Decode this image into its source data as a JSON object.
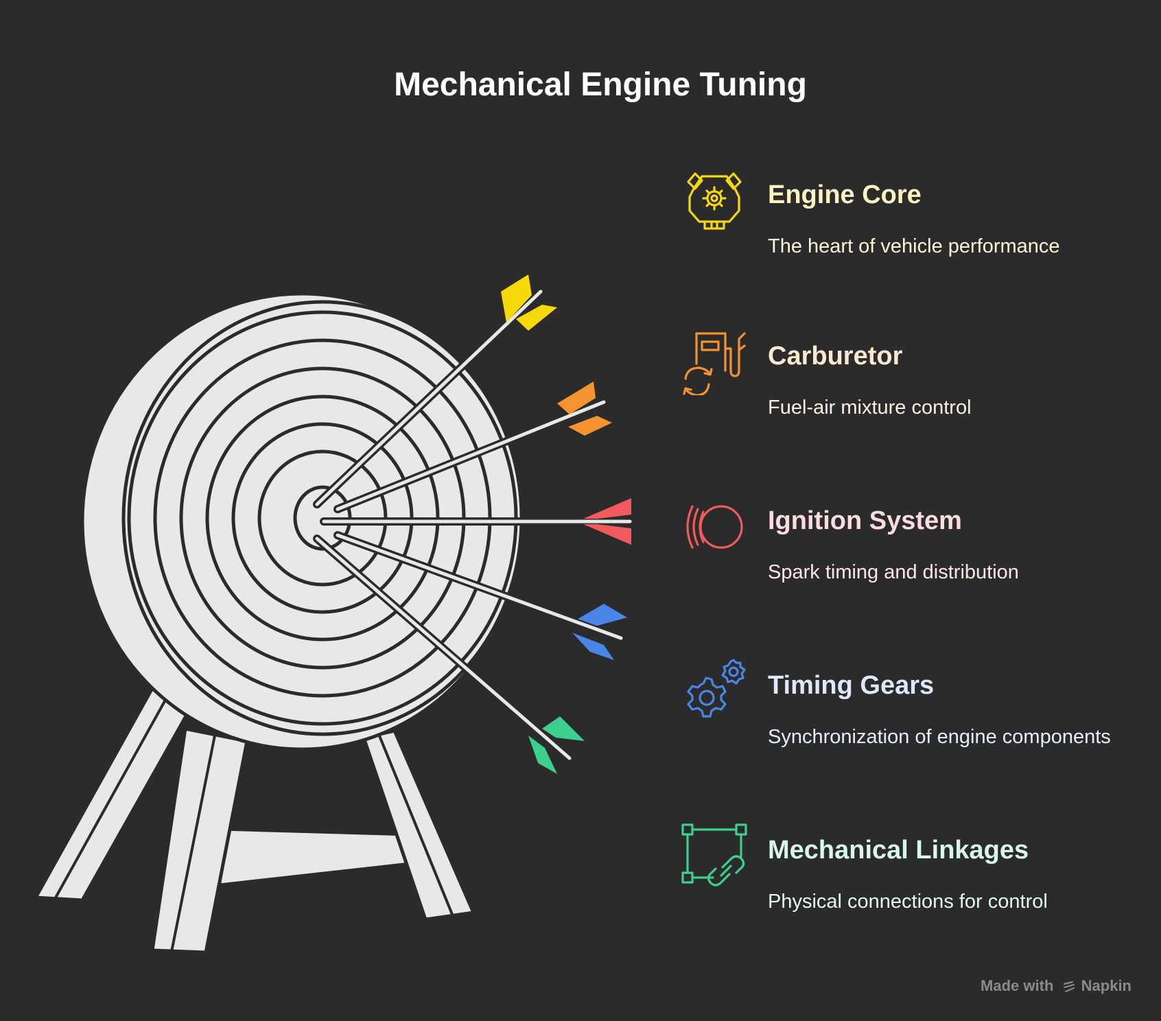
{
  "title": "Mechanical Engine Tuning",
  "items": [
    {
      "heading": "Engine Core",
      "description": "The heart of vehicle performance",
      "icon": "engine-icon",
      "color": "#f5d90a",
      "heading_color": "#fbf3c3",
      "text_color": "#fbf6d6"
    },
    {
      "heading": "Carburetor",
      "description": "Fuel-air mixture control",
      "icon": "fuel-pump-icon",
      "color": "#f59331",
      "heading_color": "#fde8d2",
      "text_color": "#fdf0e2"
    },
    {
      "heading": "Ignition System",
      "description": "Spark timing and distribution",
      "icon": "ignition-icon",
      "color": "#f15b5b",
      "heading_color": "#fcdcdc",
      "text_color": "#fde8e8"
    },
    {
      "heading": "Timing Gears",
      "description": "Synchronization of engine components",
      "icon": "gears-icon",
      "color": "#4a86e8",
      "heading_color": "#dde8fb",
      "text_color": "#e6eefb"
    },
    {
      "heading": "Mechanical Linkages",
      "description": "Physical connections for control",
      "icon": "linkage-icon",
      "color": "#3ccf8e",
      "heading_color": "#d8f7e9",
      "text_color": "#e3f8ee"
    }
  ],
  "footer": {
    "made_with": "Made with",
    "brand": "Napkin"
  }
}
